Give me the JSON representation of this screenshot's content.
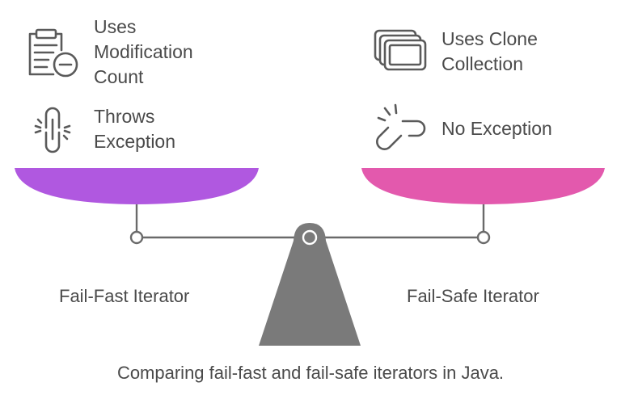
{
  "left": {
    "name": "Fail-Fast Iterator",
    "color": "#b058e0",
    "items": [
      {
        "icon": "clipboard-minus-icon",
        "text": "Uses\nModification\nCount"
      },
      {
        "icon": "broken-chain-link-icon",
        "text": "Throws\nException"
      }
    ]
  },
  "right": {
    "name": "Fail-Safe Iterator",
    "color": "#e359ad",
    "items": [
      {
        "icon": "stacked-windows-icon",
        "text": "Uses Clone\nCollection"
      },
      {
        "icon": "unlinked-chain-icon",
        "text": "No Exception"
      }
    ]
  },
  "caption": "Comparing fail-fast and fail-safe iterators in Java.",
  "colors": {
    "text": "#4a4a4a",
    "stand": "#7a7a7a",
    "beam": "#6a6a6a"
  }
}
